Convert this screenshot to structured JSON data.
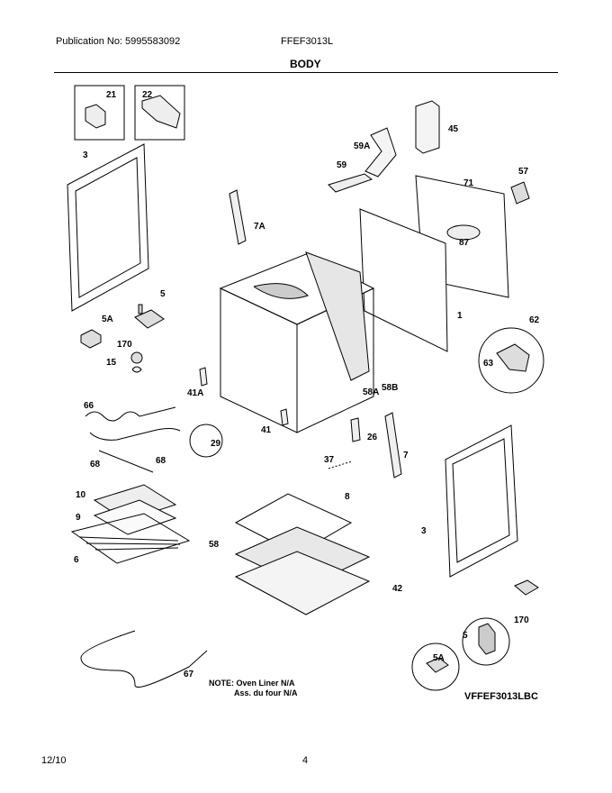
{
  "header": {
    "publication": "Publication No: 5995583092",
    "model": "FFEF3013L",
    "section": "BODY"
  },
  "diagram": {
    "labels": [
      "21",
      "22",
      "3",
      "45",
      "59A",
      "59",
      "57",
      "71",
      "7A",
      "87",
      "5",
      "5A",
      "170",
      "62",
      "1",
      "15",
      "63",
      "41A",
      "58A",
      "58B",
      "66",
      "29",
      "41",
      "26",
      "7",
      "68",
      "68",
      "37",
      "10",
      "9",
      "8",
      "3",
      "6",
      "58",
      "42",
      "170",
      "5",
      "5A",
      "67"
    ],
    "note_line1": "NOTE: Oven Liner N/A",
    "note_line2": "Ass. du four N/A",
    "drawing_code": "VFFEF3013LBC"
  },
  "footer": {
    "date": "12/10",
    "page": "4"
  }
}
